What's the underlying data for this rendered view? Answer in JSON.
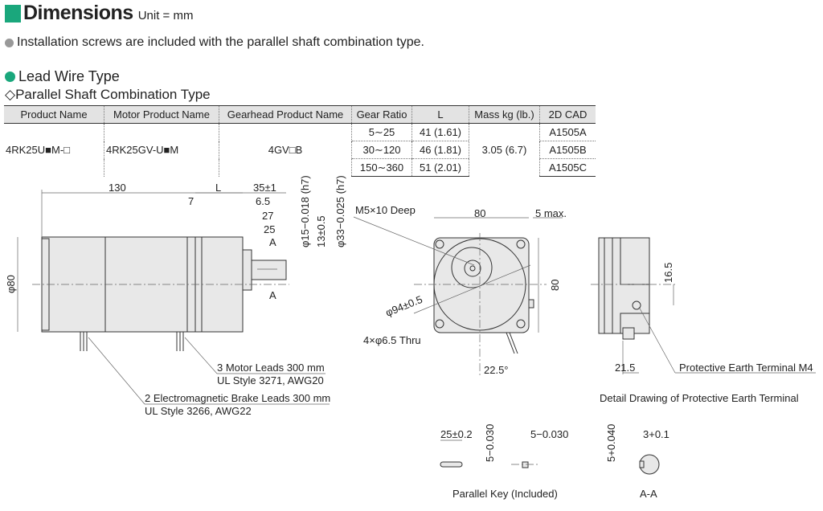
{
  "header": {
    "title": "Dimensions",
    "unit": "Unit = mm"
  },
  "note": "Installation screws are included with the parallel shaft combination type.",
  "section": "Lead Wire Type",
  "subsection": "◇Parallel Shaft Combination Type",
  "colors": {
    "accent": "#1aa77c",
    "note_bullet": "#999999"
  },
  "table": {
    "headers": [
      "Product Name",
      "Motor Product Name",
      "Gearhead Product Name",
      "Gear Ratio",
      "L",
      "Mass kg (lb.)",
      "2D CAD"
    ],
    "product": "4RK25U■M-□",
    "motor": "4RK25GV-U■M",
    "gearhead": "4GV□B",
    "mass": "3.05 (6.7)",
    "rows": [
      {
        "ratio": "5∼25",
        "L": "41 (1.61)",
        "cad": "A1505A"
      },
      {
        "ratio": "30∼120",
        "L": "46 (1.81)",
        "cad": "A1505B"
      },
      {
        "ratio": "150∼360",
        "L": "51 (2.01)",
        "cad": "A1505C"
      }
    ]
  },
  "side_view": {
    "d130": "130",
    "dL": "L",
    "d35": "35±1",
    "d7": "7",
    "d6_5": "6.5",
    "d27": "27",
    "d25": "25",
    "A": "A",
    "d80": "φ80",
    "shaft": "φ15−0.018 (h7)",
    "key": "13±0.5",
    "pilot": "φ33−0.025 (h7)",
    "motor_leads": "3 Motor Leads 300 mm",
    "motor_leads_spec": "UL Style 3271, AWG20",
    "brake_leads": "2 Electromagnetic Brake Leads 300 mm",
    "brake_leads_spec": "UL Style 3266, AWG22"
  },
  "front_view": {
    "tap": "M5×10 Deep",
    "d80w": "80",
    "max5": "5 max.",
    "d80h": "80",
    "pcd": "φ94±0.5",
    "holes": "4×φ6.5 Thru",
    "angle": "22.5°"
  },
  "detail": {
    "d16_5": "16.5",
    "d21_5": "21.5",
    "pe": "Protective Earth Terminal M4",
    "caption": "Detail Drawing of Protective Earth Terminal"
  },
  "key": {
    "len": "25±0.2",
    "h": "5−0.030",
    "w": "5−0.030",
    "caption": "Parallel Key (Included)"
  },
  "section_aa": {
    "h": "5+0.040",
    "d": "3+0.1",
    "caption": "A-A"
  }
}
